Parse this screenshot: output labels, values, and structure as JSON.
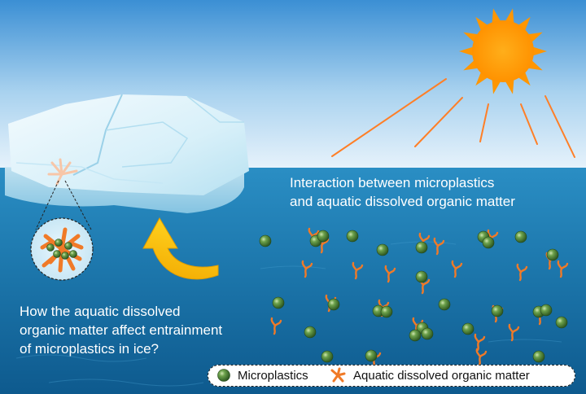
{
  "captions": {
    "interaction": [
      "Interaction between microplastics",
      "and aquatic dissolved organic matter"
    ],
    "question": [
      "How the aquatic dissolved",
      "organic matter affect entrainment",
      "of microplastics in ice?"
    ]
  },
  "legend": {
    "microplastics": "Microplastics",
    "dom": "Aquatic dissolved organic matter"
  },
  "colors": {
    "sky_top": "#3b8fd4",
    "sky_bottom": "#e6f2fb",
    "water_top": "#2a8ec4",
    "water_bottom": "#0e5a8e",
    "sun": "#ff9900",
    "sun_ray": "#ff7f27",
    "ice": "#ddf3fb",
    "arrow": "#f5b800",
    "particle": "#4f8a3a",
    "dom": "#f07a28"
  },
  "icons": [
    "sun-icon",
    "iceberg-icon",
    "arrow-icon",
    "microplastic-icon",
    "dom-icon",
    "magnifier-circle-icon"
  ]
}
